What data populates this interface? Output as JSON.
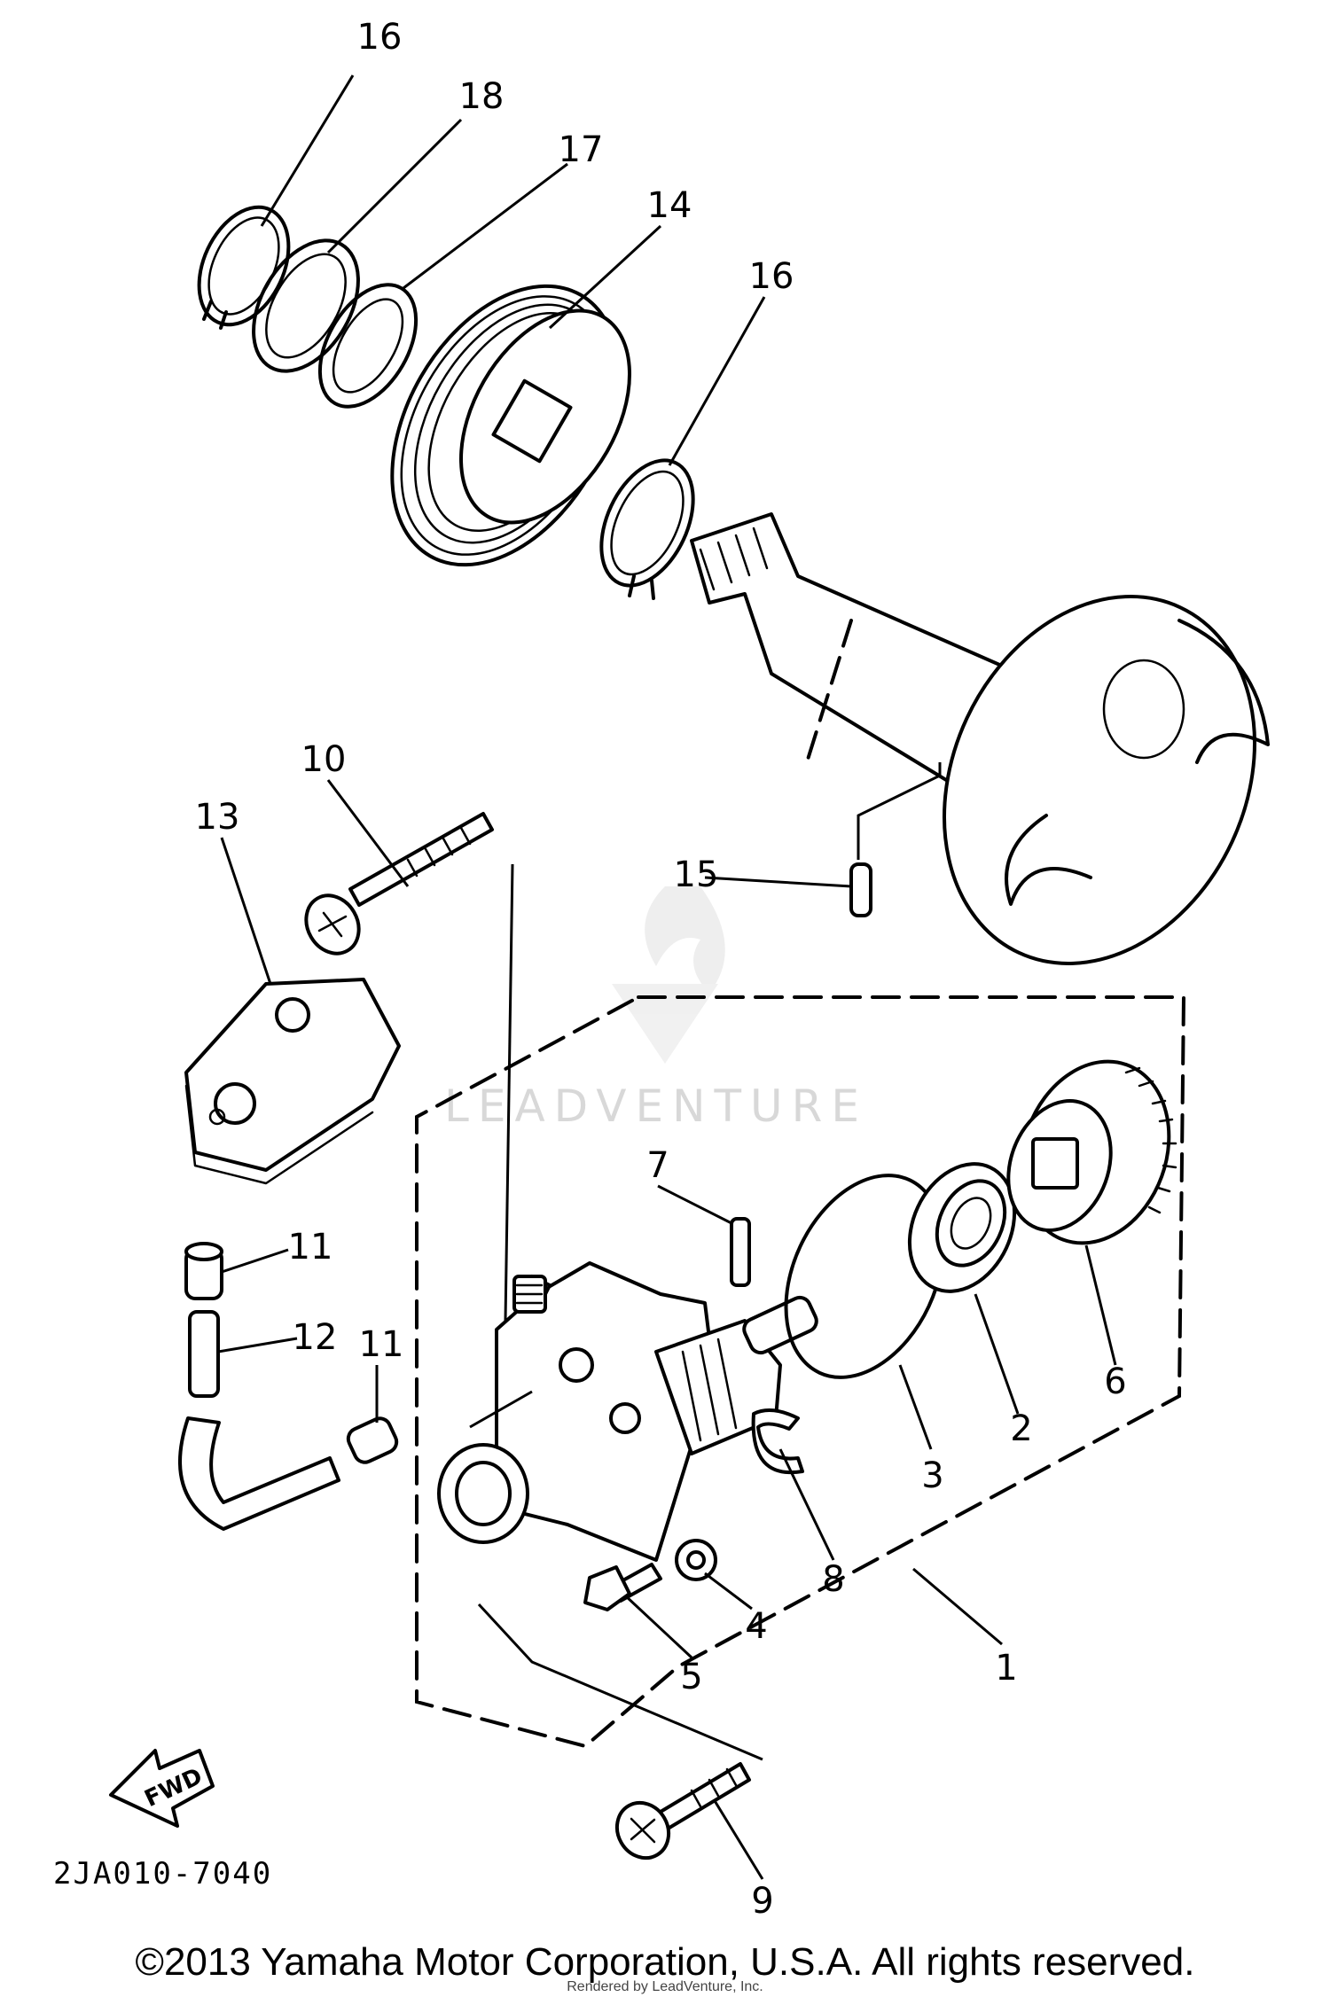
{
  "callouts": [
    {
      "id": "c16a",
      "text": "16"
    },
    {
      "id": "c18",
      "text": "18"
    },
    {
      "id": "c17",
      "text": "17"
    },
    {
      "id": "c14",
      "text": "14"
    },
    {
      "id": "c16b",
      "text": "16"
    },
    {
      "id": "c10",
      "text": "10"
    },
    {
      "id": "c13",
      "text": "13"
    },
    {
      "id": "c15",
      "text": "15"
    },
    {
      "id": "c7",
      "text": "7"
    },
    {
      "id": "c11a",
      "text": "11"
    },
    {
      "id": "c12",
      "text": "12"
    },
    {
      "id": "c11b",
      "text": "11"
    },
    {
      "id": "c3",
      "text": "3"
    },
    {
      "id": "c2",
      "text": "2"
    },
    {
      "id": "c6",
      "text": "6"
    },
    {
      "id": "c8",
      "text": "8"
    },
    {
      "id": "c4",
      "text": "4"
    },
    {
      "id": "c5",
      "text": "5"
    },
    {
      "id": "c1",
      "text": "1"
    },
    {
      "id": "c9",
      "text": "9"
    }
  ],
  "fwd_label": "FWD",
  "diagram_code": "2JA010-7040",
  "watermark": "LEADVENTURE",
  "copyright": "©2013 Yamaha Motor Corporation, U.S.A. All rights reserved.",
  "rendered_by": "Rendered by LeadVenture, Inc."
}
